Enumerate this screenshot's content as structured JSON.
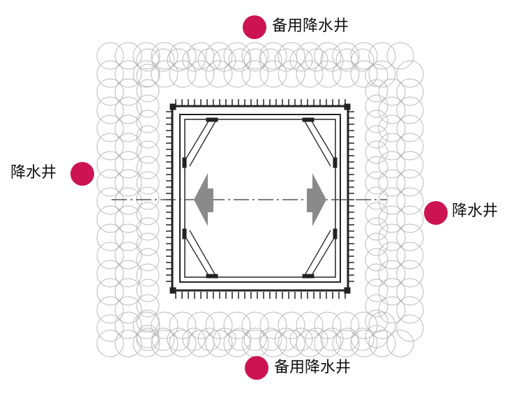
{
  "labels": {
    "top": "备用降水井",
    "bottom": "备用降水井",
    "left": "降水井",
    "right": "降水井"
  },
  "colors": {
    "well_marker": "#cc1452",
    "pile_stroke": "#b9b9b9",
    "structure_stroke": "#222222",
    "arrow_fill": "#8a8a8a"
  },
  "icons": {
    "well": "filled-circle",
    "direction": "block-arrow"
  }
}
